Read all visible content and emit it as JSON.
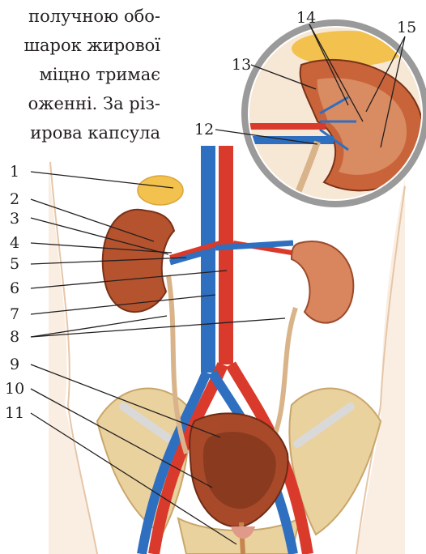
{
  "text_fragment": [
    "получною обо-",
    "шарок жирової",
    "міцно тримає",
    "оженні. За різ-",
    "ирова капсула"
  ],
  "labels": {
    "l1": "1",
    "l2": "2",
    "l3": "3",
    "l4": "4",
    "l5": "5",
    "l6": "6",
    "l7": "7",
    "l8": "8",
    "l9": "9",
    "l10": "10",
    "l11": "11",
    "l12": "12",
    "l13": "13",
    "l14": "14",
    "l15": "15"
  },
  "colors": {
    "artery": "#d93a2b",
    "vein": "#2f6fbf",
    "kidney": "#b5532e",
    "fat": "#f2c14e",
    "skin": "#f5dcc4",
    "bone": "#e8cf9a",
    "bladder": "#a84a2a",
    "callout_ring": "#9a9a9a"
  }
}
